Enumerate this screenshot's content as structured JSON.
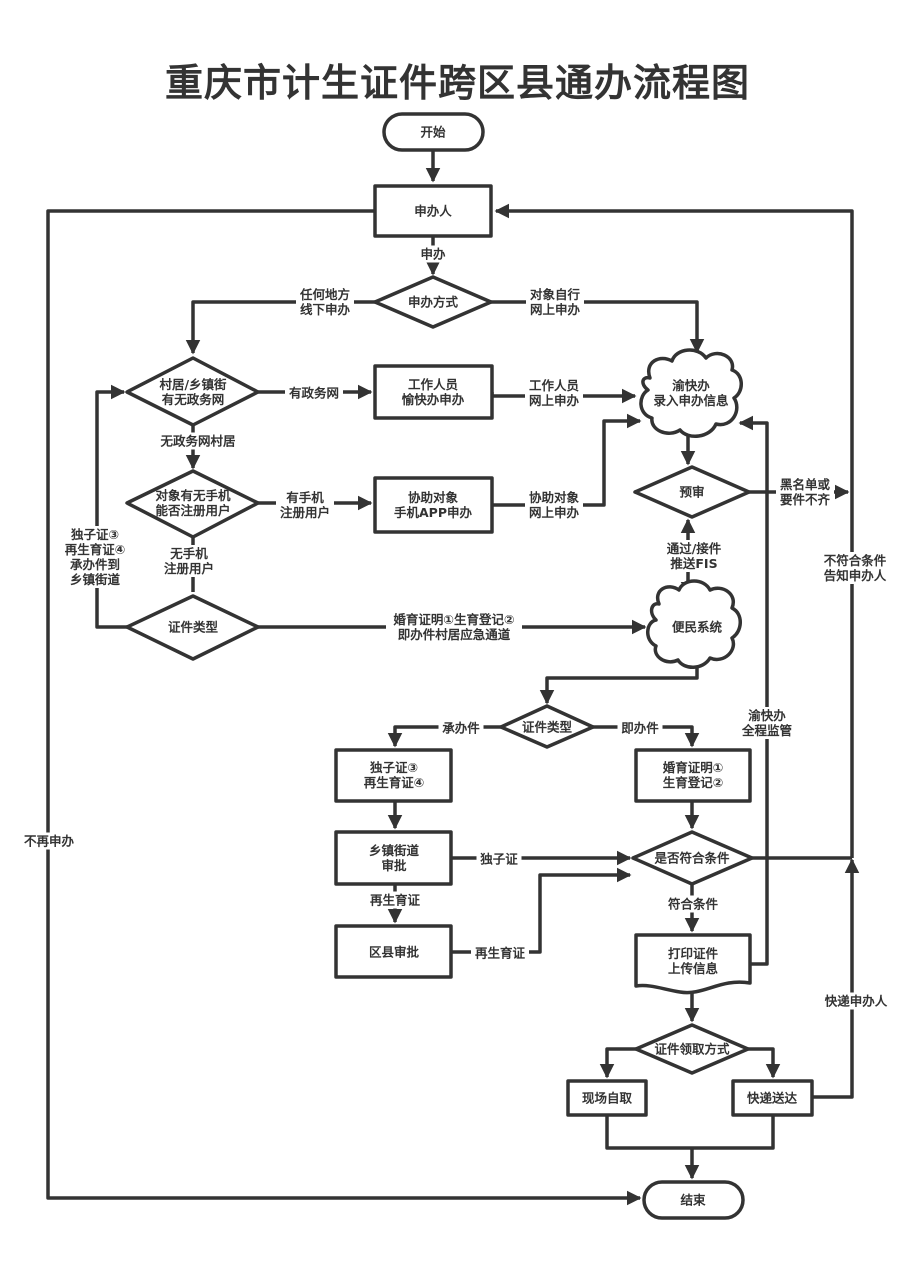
{
  "title": "重庆市计生证件跨区县通办流程图",
  "nodes": {
    "start": [
      "开始"
    ],
    "applicant": [
      "申办人"
    ],
    "mode": [
      "申办方式"
    ],
    "village_check": [
      "村居/乡镇街",
      "有无政务网"
    ],
    "staff": [
      "工作人员",
      "愉快办申办"
    ],
    "yukuaiban": [
      "渝快办",
      "录入申办信息"
    ],
    "phone_check": [
      "对象有无手机",
      "能否注册用户"
    ],
    "assist": [
      "协助对象",
      "手机APP申办"
    ],
    "prereview": [
      "预审"
    ],
    "cert_type1": [
      "证件类型"
    ],
    "bianmin": [
      "便民系统"
    ],
    "cert_type2": [
      "证件类型"
    ],
    "only_child": [
      "独子证③",
      "再生育证④"
    ],
    "marriage": [
      "婚育证明①",
      "生育登记②"
    ],
    "township": [
      "乡镇街道",
      "审批"
    ],
    "county": [
      "区县审批"
    ],
    "eligible": [
      "是否符合条件"
    ],
    "print": [
      "打印证件",
      "上传信息"
    ],
    "pickup": [
      "证件领取方式"
    ],
    "self_pick": [
      "现场自取"
    ],
    "express": [
      "快递送达"
    ],
    "end": [
      "结束"
    ]
  },
  "edge_labels": {
    "apply": [
      "申办"
    ],
    "offline": [
      "任何地方",
      "线下申办"
    ],
    "self_online": [
      "对象自行",
      "网上申办"
    ],
    "has_gov_net": [
      "有政务网"
    ],
    "staff_online": [
      "工作人员",
      "网上申办"
    ],
    "no_gov_net": [
      "无政务网村居"
    ],
    "has_phone": [
      "有手机",
      "注册用户"
    ],
    "assist_online": [
      "协助对象",
      "网上申办"
    ],
    "no_phone": [
      "无手机",
      "注册用户"
    ],
    "blacklist": [
      "黑名单或",
      "要件不齐"
    ],
    "pass_push": [
      "通过/接件",
      "推送FIS"
    ],
    "left_loop": [
      "独子证③",
      "再生育证④",
      "承办件到",
      "乡镇街道"
    ],
    "fast_channel": [
      "婚育证明①生育登记②",
      "即办件村居应急通道"
    ],
    "not_eligible": [
      "不符合条件",
      "告知申办人"
    ],
    "supervise": [
      "渝快办",
      "全程监管"
    ],
    "handled": [
      "承办件"
    ],
    "instant": [
      "即办件"
    ],
    "only_child": [
      "独子证"
    ],
    "second_birth": [
      "再生育证"
    ],
    "second_birth2": [
      "再生育证"
    ],
    "eligible_yes": [
      "符合条件"
    ],
    "no_more": [
      "不再申办"
    ],
    "express_to": [
      "快递申办人"
    ]
  },
  "colors": {
    "stroke": "#333333",
    "background": "#ffffff"
  }
}
